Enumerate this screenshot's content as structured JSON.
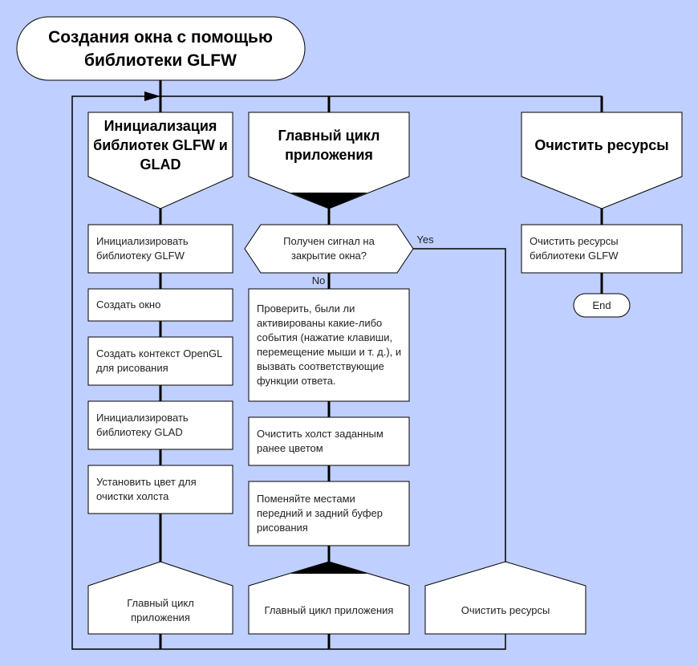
{
  "title": "Создания окна с помощью библиотеки GLFW",
  "columns": [
    {
      "header": "Инициализация библиотек GLFW и GLAD",
      "steps": [
        "Инициализировать библиотеку GLFW",
        "Создать окно",
        "Создать контекст OpenGL для рисования",
        "Инициализировать библиотеку GLAD",
        "Установить цвет для очистки холста"
      ],
      "footer": "Главный цикл приложения"
    },
    {
      "header": "Главный цикл приложения",
      "decision": "Получен сигнал на закрытие окна?",
      "decision_yes": "Yes",
      "decision_no": "No",
      "steps": [
        "Проверить, были ли активированы какие-либо события (нажатие клавиши, перемещение мыши и т. д.), и вызвать соответствующие функции ответа.",
        "Очистить холст заданным ранее цветом",
        "Поменяйте местами передний и задний буфер рисования"
      ],
      "footer": "Главный цикл приложения"
    },
    {
      "header": "Очистить ресурсы",
      "steps": [
        "Очистить ресурсы библиотеки GLFW"
      ],
      "terminator": "End",
      "footer": "Очистить ресурсы"
    }
  ],
  "colors": {
    "background": "#bfcfff",
    "shape_fill": "#ffffff",
    "stroke": "#000000"
  }
}
